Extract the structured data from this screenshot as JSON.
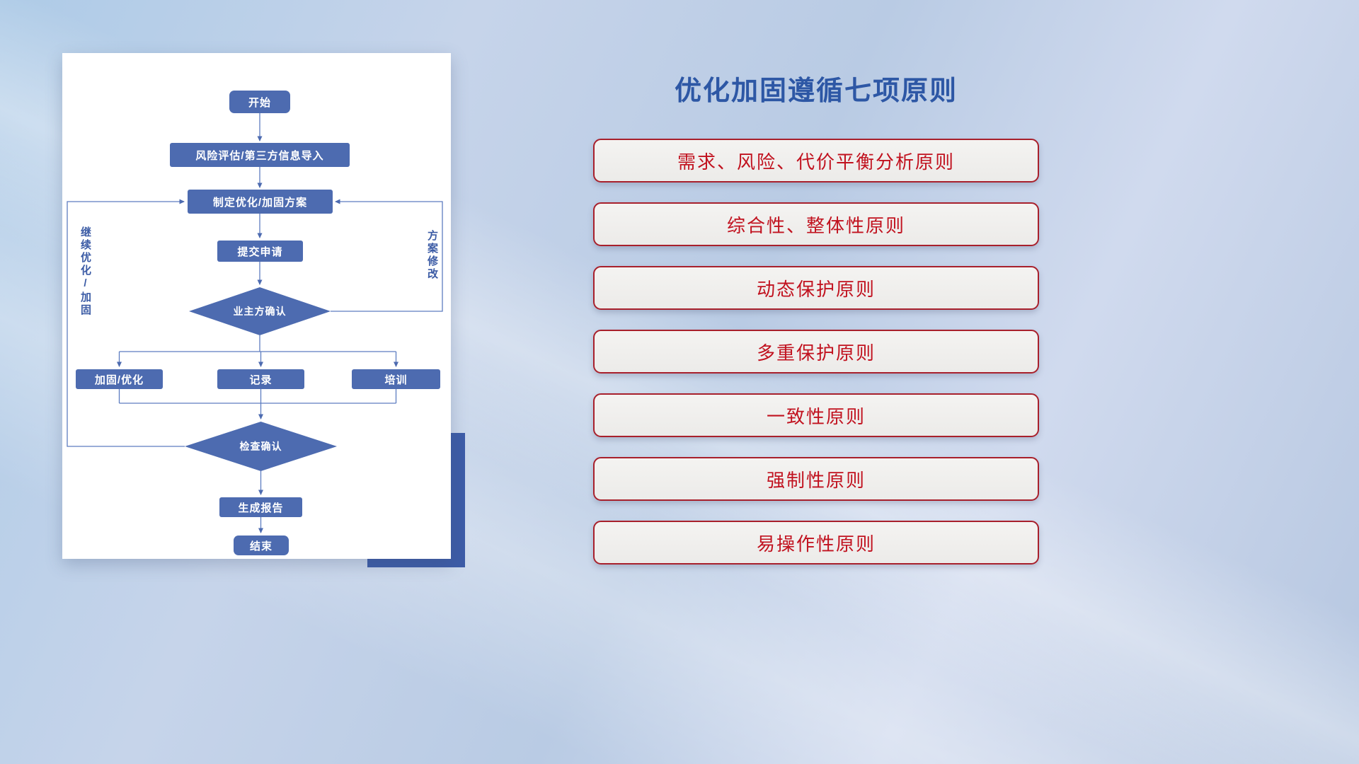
{
  "flowchart": {
    "nodes": {
      "start": "开始",
      "risk_import": "风险评估/第三方信息导入",
      "make_plan": "制定优化/加固方案",
      "submit": "提交申请",
      "owner_confirm": "业主方确认",
      "reinforce": "加固/优化",
      "record": "记录",
      "training": "培训",
      "check_confirm": "检查确认",
      "report": "生成报告",
      "end": "结束"
    },
    "edge_labels": {
      "continue_loop": "继续优化/加固",
      "plan_revision": "方案修改"
    },
    "colors": {
      "node_fill": "#4d6bb0",
      "node_text": "#ffffff",
      "connector": "#5d7cc0",
      "accent_rect": "#3d5ca7"
    }
  },
  "panel": {
    "title": "优化加固遵循七项原则",
    "title_color": "#2d57a5",
    "principles": [
      "需求、风险、代价平衡分析原则",
      "综合性、整体性原则",
      "动态保护原则",
      "多重保护原则",
      "一致性原则",
      "强制性原则",
      "易操作性原则"
    ],
    "principle_text_color": "#c1121f",
    "principle_border_color": "#a8202c"
  }
}
